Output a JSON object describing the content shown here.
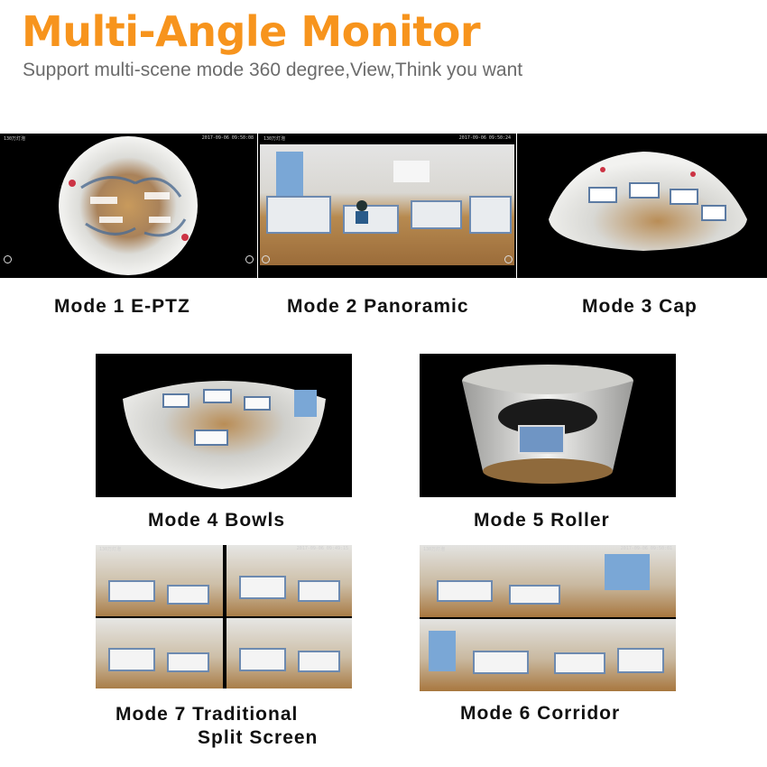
{
  "header": {
    "title": "Multi-Angle Monitor",
    "subtitle": "Support multi-scene mode 360 degree,View,Think you want"
  },
  "modes": [
    {
      "caption": "Mode 1 E-PTZ",
      "osd_left": "130万灯泡",
      "osd_right": "2017-09-06 09:50:08"
    },
    {
      "caption": "Mode 2 Panoramic",
      "osd_left": "130万灯泡",
      "osd_right": "2017-09-06 09:50:24"
    },
    {
      "caption": "Mode 3 Cap"
    },
    {
      "caption": "Mode 4 Bowls"
    },
    {
      "caption": "Mode 5 Roller"
    },
    {
      "caption_line1": "Mode 7 Traditional",
      "caption_line2": "Split Screen",
      "osd_left": "130万灯泡",
      "osd_right": "2017-09-06 09:49:15"
    },
    {
      "caption": "Mode 6 Corridor",
      "osd_left": "130万灯泡",
      "osd_right": "2017-09-06 09:50:01"
    }
  ]
}
